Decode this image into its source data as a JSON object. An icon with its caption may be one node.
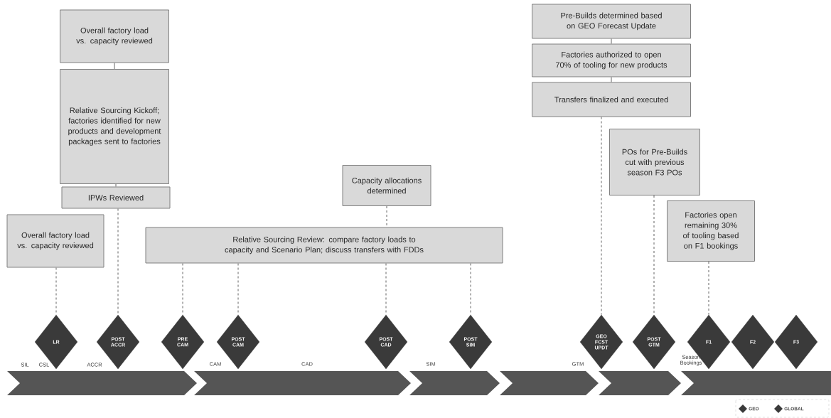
{
  "diagram": {
    "nodes": [
      {
        "text": [
          "Overall factory load vs. capacity reviewed"
        ]
      },
      {
        "text": [
          "Relative Sourcing Kickoff; factories identified for new products and development packages sent to factories"
        ]
      },
      {
        "text": [
          "IPWs Reviewed"
        ]
      },
      {
        "text": [
          "Overall factory load vs. capacity reviewed"
        ]
      },
      {
        "text": [
          "Relative Sourcing Review: compare factory loads to capacity and Scenario Plan; discuss transfers with FDDs"
        ]
      },
      {
        "text": [
          "Capacity allocations determined"
        ]
      },
      {
        "text": [
          "Pre-Builds determined based on GEO Forecast Update"
        ]
      },
      {
        "text": [
          "Factories authorized to open 70% of tooling for new products"
        ]
      },
      {
        "text": [
          "Transfers finalized and executed"
        ]
      },
      {
        "text": [
          "POs for Pre-Builds cut with previous season F3 POs"
        ]
      },
      {
        "text": [
          "Factories open remaining 30% of tooling based on F1 bookings"
        ]
      },
      {
        "text": [
          "LR"
        ]
      },
      {
        "text": [
          "POST ACCR"
        ]
      },
      {
        "text": [
          "PRE CAM"
        ]
      },
      {
        "text": [
          "POST CAM"
        ]
      },
      {
        "text": [
          "POST CAD"
        ]
      },
      {
        "text": [
          "POST SIM"
        ]
      },
      {
        "text": [
          "GEO FCST UPDT"
        ]
      },
      {
        "text": [
          "POST GTM"
        ]
      },
      {
        "text": [
          "F1"
        ]
      },
      {
        "text": [
          "F2"
        ]
      },
      {
        "text": [
          "F3"
        ]
      }
    ],
    "edges": [
      {
        "from": 0,
        "to": 1,
        "arrow": "none"
      },
      {
        "from": 1,
        "to": 2,
        "arrow": "none"
      },
      {
        "from": 2,
        "to": 12,
        "arrow": "none",
        "style": "dashed"
      },
      {
        "from": 3,
        "to": 11,
        "arrow": "none",
        "style": "dashed"
      },
      {
        "from": 4,
        "to": 13,
        "arrow": "none",
        "style": "dashed"
      },
      {
        "from": 4,
        "to": 14,
        "arrow": "none",
        "style": "dashed"
      },
      {
        "from": 5,
        "to": 4,
        "arrow": "none",
        "style": "dashed"
      },
      {
        "from": 4,
        "to": 15,
        "arrow": "none",
        "style": "dashed"
      },
      {
        "from": 4,
        "to": 16,
        "arrow": "none",
        "style": "dashed"
      },
      {
        "from": 6,
        "to": 7,
        "arrow": "none"
      },
      {
        "from": 7,
        "to": 8,
        "arrow": "none"
      },
      {
        "from": 8,
        "to": 17,
        "arrow": "none",
        "style": "dashed"
      },
      {
        "from": 9,
        "to": 18,
        "arrow": "none",
        "style": "dashed"
      },
      {
        "from": 10,
        "to": 19,
        "arrow": "none",
        "style": "dashed"
      }
    ],
    "labels": [
      "SIL",
      "CSL",
      "ACCR",
      "CAM",
      "CAD",
      "SIM",
      "GTM",
      "Season Bookings"
    ],
    "legend": [
      {
        "text": "GEO"
      },
      {
        "text": "GLOBAL"
      }
    ]
  }
}
